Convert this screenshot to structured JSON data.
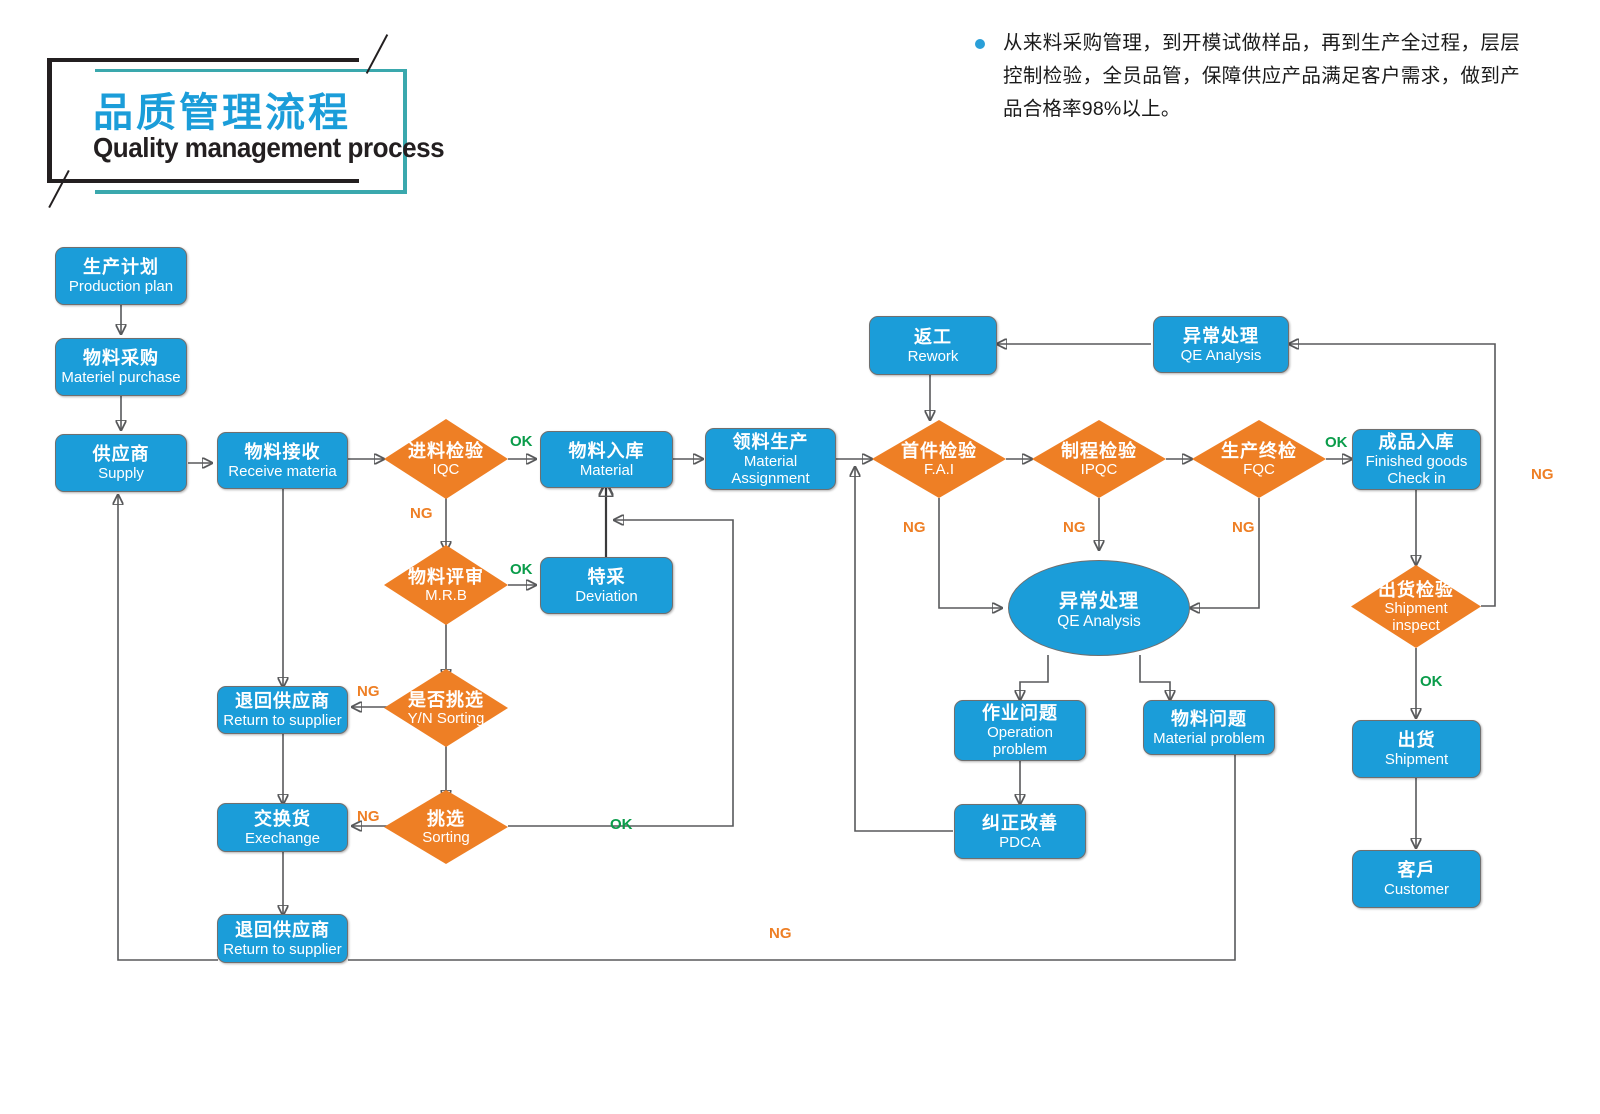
{
  "title": {
    "cn": "品质管理流程",
    "en": "Quality management process"
  },
  "note": {
    "bullet_icon": "bullet-dot-icon",
    "text": "从来料采购管理，到开模试做样品，再到生产全过程，层层控制检验，全员品管，保障供应产品满足客户需求，做到产品合格率98%以上。"
  },
  "colors": {
    "process_blue": "#1b9dd9",
    "decision_orange": "#ee7f25",
    "ok_green": "#0a9c4a",
    "ng_orange": "#ee7f25",
    "title_blue": "#1b9dd9",
    "title_teal": "#3aa8ad",
    "line_gray": "#58595b"
  },
  "chart_data": {
    "type": "diagram",
    "title": "品质管理流程 / Quality management process",
    "nodes": [
      {
        "id": "production_plan",
        "shape": "box",
        "cn": "生产计划",
        "en": "Production plan"
      },
      {
        "id": "material_purchase",
        "shape": "box",
        "cn": "物料采购",
        "en": "Materiel purchase"
      },
      {
        "id": "supply",
        "shape": "box",
        "cn": "供应商",
        "en": "Supply"
      },
      {
        "id": "receive_material",
        "shape": "box",
        "cn": "物料接收",
        "en": "Receive materia"
      },
      {
        "id": "iqc",
        "shape": "diamond",
        "cn": "进料检验",
        "en": "IQC"
      },
      {
        "id": "material_in",
        "shape": "box",
        "cn": "物料入库",
        "en": "Material"
      },
      {
        "id": "material_assign",
        "shape": "box",
        "cn": "领料生产",
        "en": "Material Assignment"
      },
      {
        "id": "mrb",
        "shape": "diamond",
        "cn": "物料评审",
        "en": "M.R.B"
      },
      {
        "id": "deviation",
        "shape": "box",
        "cn": "特采",
        "en": "Deviation"
      },
      {
        "id": "yn_sorting",
        "shape": "diamond",
        "cn": "是否挑选",
        "en": "Y/N Sorting"
      },
      {
        "id": "return_supplier1",
        "shape": "box",
        "cn": "退回供应商",
        "en": "Return to supplier"
      },
      {
        "id": "sorting",
        "shape": "diamond",
        "cn": "挑选",
        "en": "Sorting"
      },
      {
        "id": "exchange",
        "shape": "box",
        "cn": "交换货",
        "en": "Exechange"
      },
      {
        "id": "return_supplier2",
        "shape": "box",
        "cn": "退回供应商",
        "en": "Return to supplier"
      },
      {
        "id": "rework",
        "shape": "box",
        "cn": "返工",
        "en": "Rework"
      },
      {
        "id": "qe_analysis_top",
        "shape": "box",
        "cn": "异常处理",
        "en": "QE Analysis"
      },
      {
        "id": "fai",
        "shape": "diamond",
        "cn": "首件检验",
        "en": "F.A.I"
      },
      {
        "id": "ipqc",
        "shape": "diamond",
        "cn": "制程检验",
        "en": "IPQC"
      },
      {
        "id": "fqc",
        "shape": "diamond",
        "cn": "生产终检",
        "en": "FQC"
      },
      {
        "id": "finished_goods",
        "shape": "box",
        "cn": "成品入库",
        "en": "Finished goods Check in"
      },
      {
        "id": "qe_analysis",
        "shape": "ellipse",
        "cn": "异常处理",
        "en": "QE Analysis"
      },
      {
        "id": "operation_problem",
        "shape": "box",
        "cn": "作业问题",
        "en": "Operation problem"
      },
      {
        "id": "material_problem",
        "shape": "box",
        "cn": "物料问题",
        "en": "Material problem"
      },
      {
        "id": "pdca",
        "shape": "box",
        "cn": "纠正改善",
        "en": "PDCA"
      },
      {
        "id": "shipment_inspect",
        "shape": "diamond",
        "cn": "出货检验",
        "en": "Shipment inspect"
      },
      {
        "id": "shipment",
        "shape": "box",
        "cn": "出货",
        "en": "Shipment"
      },
      {
        "id": "customer",
        "shape": "box",
        "cn": "客戶",
        "en": "Customer"
      }
    ],
    "edge_labels": [
      {
        "id": "iqc_ok",
        "text": "OK",
        "kind": "ok"
      },
      {
        "id": "iqc_ng",
        "text": "NG",
        "kind": "ng"
      },
      {
        "id": "mrb_ok",
        "text": "OK",
        "kind": "ok"
      },
      {
        "id": "yn_ng",
        "text": "NG",
        "kind": "ng"
      },
      {
        "id": "sorting_ng",
        "text": "NG",
        "kind": "ng"
      },
      {
        "id": "sorting_ok",
        "text": "OK",
        "kind": "ok"
      },
      {
        "id": "bottom_ng",
        "text": "NG",
        "kind": "ng"
      },
      {
        "id": "fai_ng",
        "text": "NG",
        "kind": "ng"
      },
      {
        "id": "ipqc_ng",
        "text": "NG",
        "kind": "ng"
      },
      {
        "id": "fqc_ng",
        "text": "NG",
        "kind": "ng"
      },
      {
        "id": "fqc_ok",
        "text": "OK",
        "kind": "ok"
      },
      {
        "id": "ship_ng",
        "text": "NG",
        "kind": "ng"
      },
      {
        "id": "ship_ok",
        "text": "OK",
        "kind": "ok"
      }
    ]
  },
  "nodes": {
    "production_plan": {
      "cn": "生产计划",
      "en": "Production plan"
    },
    "material_purchase": {
      "cn": "物料采购",
      "en": "Materiel purchase"
    },
    "supply": {
      "cn": "供应商",
      "en": "Supply"
    },
    "receive_material": {
      "cn": "物料接收",
      "en": "Receive materia"
    },
    "iqc": {
      "cn": "进料检验",
      "en": "IQC"
    },
    "material_in": {
      "cn": "物料入库",
      "en": "Material"
    },
    "material_assign": {
      "cn": "领料生产",
      "en1": "Material",
      "en2": "Assignment"
    },
    "mrb": {
      "cn": "物料评审",
      "en": "M.R.B"
    },
    "deviation": {
      "cn": "特采",
      "en": "Deviation"
    },
    "yn_sorting": {
      "cn": "是否挑选",
      "en": "Y/N Sorting"
    },
    "return_supplier1": {
      "cn": "退回供应商",
      "en": "Return to supplier"
    },
    "sorting": {
      "cn": "挑选",
      "en": "Sorting"
    },
    "exchange": {
      "cn": "交换货",
      "en": "Exechange"
    },
    "return_supplier2": {
      "cn": "退回供应商",
      "en": "Return to supplier"
    },
    "rework": {
      "cn": "返工",
      "en": "Rework"
    },
    "qe_analysis_top": {
      "cn": "异常处理",
      "en": "QE Analysis"
    },
    "fai": {
      "cn": "首件检验",
      "en": "F.A.I"
    },
    "ipqc": {
      "cn": "制程检验",
      "en": "IPQC"
    },
    "fqc": {
      "cn": "生产终检",
      "en": "FQC"
    },
    "finished_goods": {
      "cn": "成品入库",
      "en1": "Finished goods",
      "en2": "Check in"
    },
    "qe_analysis": {
      "cn": "异常处理",
      "en": "QE Analysis"
    },
    "operation_problem": {
      "cn": "作业问题",
      "en1": "Operation",
      "en2": "problem"
    },
    "material_problem": {
      "cn": "物料问题",
      "en": "Material problem"
    },
    "pdca": {
      "cn": "纠正改善",
      "en": "PDCA"
    },
    "shipment_inspect": {
      "cn": "出货检验",
      "en1": "Shipment",
      "en2": "inspect"
    },
    "shipment": {
      "cn": "出货",
      "en": "Shipment"
    },
    "customer": {
      "cn": "客戶",
      "en": "Customer"
    }
  },
  "labels": {
    "iqc_ok": "OK",
    "iqc_ng": "NG",
    "mrb_ok": "OK",
    "yn_ng": "NG",
    "sorting_ng": "NG",
    "sorting_ok": "OK",
    "bottom_ng": "NG",
    "fai_ng": "NG",
    "ipqc_ng": "NG",
    "fqc_ng": "NG",
    "fqc_ok": "OK",
    "ship_ng": "NG",
    "ship_ok": "OK"
  }
}
